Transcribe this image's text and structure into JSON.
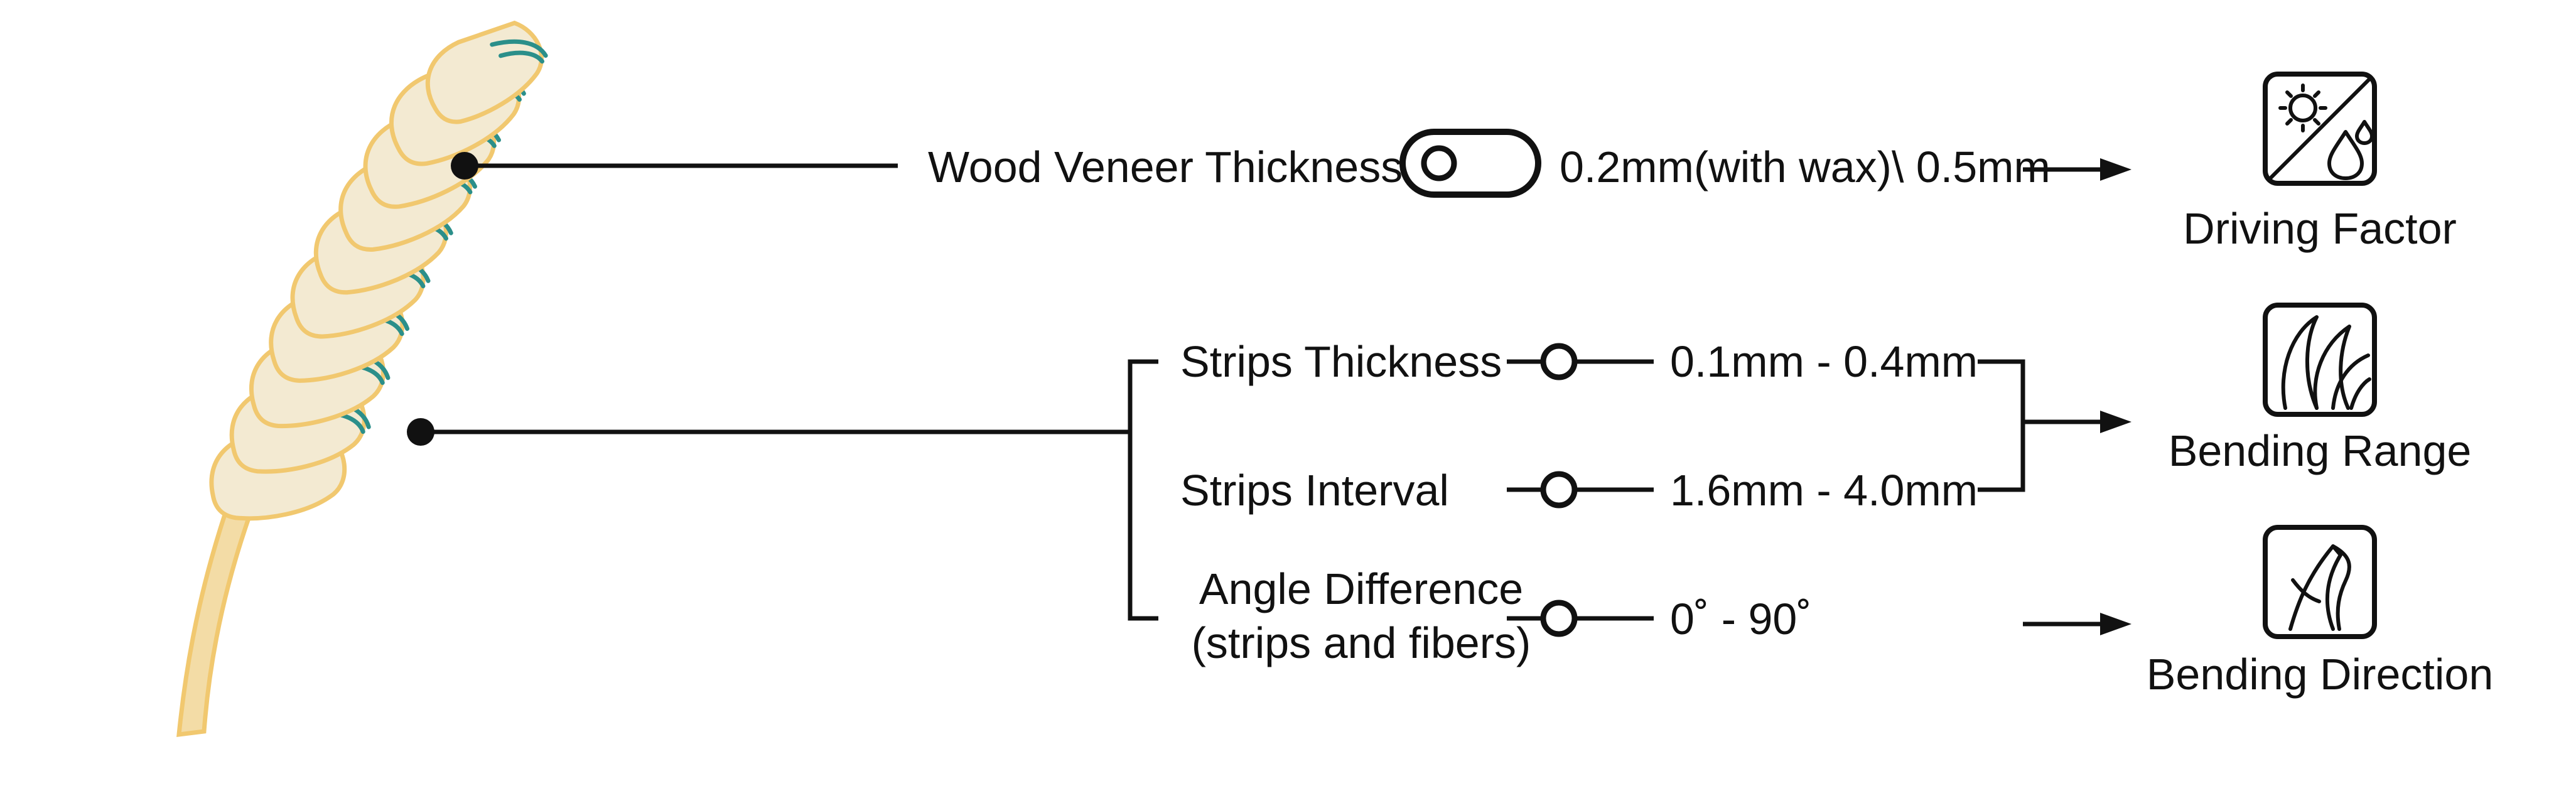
{
  "inputs": {
    "veneer": {
      "label": "Wood Veneer Thicknesses",
      "values": "0.2mm(with wax)\\ 0.5mm"
    },
    "strips_thickness": {
      "label": "Strips Thickness",
      "range": "0.1mm - 0.4mm"
    },
    "strips_interval": {
      "label": "Strips Interval",
      "range": "1.6mm - 4.0mm"
    },
    "angle_difference": {
      "label_line1": "Angle Difference",
      "label_line2": "(strips and fibers)",
      "range": "0˚ - 90˚"
    }
  },
  "outputs": {
    "driving_factor": {
      "label": "Driving Factor",
      "icon": "sun-water-icon"
    },
    "bending_range": {
      "label": "Bending Range",
      "icon": "bend-curves-icon"
    },
    "bending_direction": {
      "label": "Bending Direction",
      "icon": "twist-leaf-icon"
    }
  },
  "colors": {
    "segment_fill": "#f3ead2",
    "segment_outline": "#f1c86f",
    "stripe": "#2b8f8a",
    "line": "#111111"
  }
}
